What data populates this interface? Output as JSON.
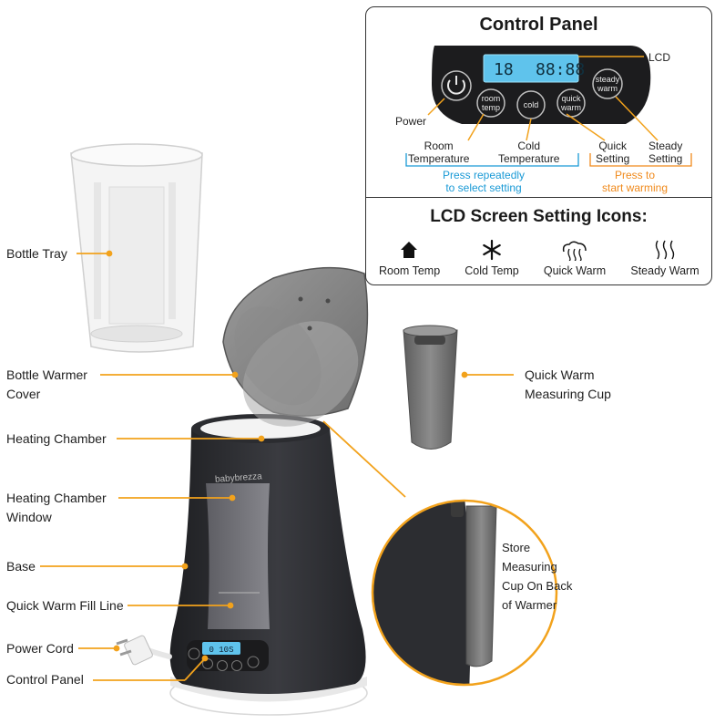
{
  "labels": {
    "bottle_tray": [
      "Bottle Tray"
    ],
    "bottle_warmer_cover": [
      "Bottle Warmer",
      "Cover"
    ],
    "heating_chamber": [
      "Heating Chamber"
    ],
    "heating_chamber_window": [
      "Heating Chamber",
      "Window"
    ],
    "base": [
      "Base"
    ],
    "quick_warm_fill_line": [
      "Quick Warm Fill Line"
    ],
    "power_cord": [
      "Power Cord"
    ],
    "control_panel": [
      "Control Panel"
    ],
    "quick_warm_measuring_cup": [
      "Quick Warm",
      "Measuring Cup"
    ],
    "store_measuring_cup": [
      "Store",
      "Measuring",
      "Cup On Back",
      "of Warmer"
    ],
    "brand": "babybrezza"
  },
  "control_panel": {
    "title": "Control Panel",
    "lcd_label": "LCD",
    "lcd_display": "18",
    "lcd_time": "88:88",
    "device_lcd": "0 10S",
    "buttons": {
      "room_temp": [
        "room",
        "temp"
      ],
      "cold": "cold",
      "quick_warm": [
        "quick",
        "warm"
      ],
      "steady_warm": [
        "steady",
        "warm"
      ]
    },
    "callouts": {
      "power": "Power",
      "room_temperature": [
        "Room",
        "Temperature"
      ],
      "cold_temperature": [
        "Cold",
        "Temperature"
      ],
      "quick_setting": [
        "Quick",
        "Setting"
      ],
      "steady_setting": [
        "Steady",
        "Setting"
      ],
      "press_repeatedly": [
        "Press repeatedly",
        "to select setting"
      ],
      "press_to_start": [
        "Press to",
        "start warming"
      ]
    }
  },
  "lcd_icons": {
    "title": "LCD Screen Setting Icons:",
    "items": [
      {
        "label": "Room Temp",
        "icon": "house-icon"
      },
      {
        "label": "Cold Temp",
        "icon": "snowflake-icon"
      },
      {
        "label": "Quick Warm",
        "icon": "cloud-heat-icon"
      },
      {
        "label": "Steady Warm",
        "icon": "steam-icon"
      }
    ]
  },
  "colors": {
    "leader": "#f2a21c",
    "blue_note": "#1a9ad6",
    "orange_note": "#f08a1c",
    "lcd": "#5fc3ec",
    "body": "#2e2f33"
  }
}
